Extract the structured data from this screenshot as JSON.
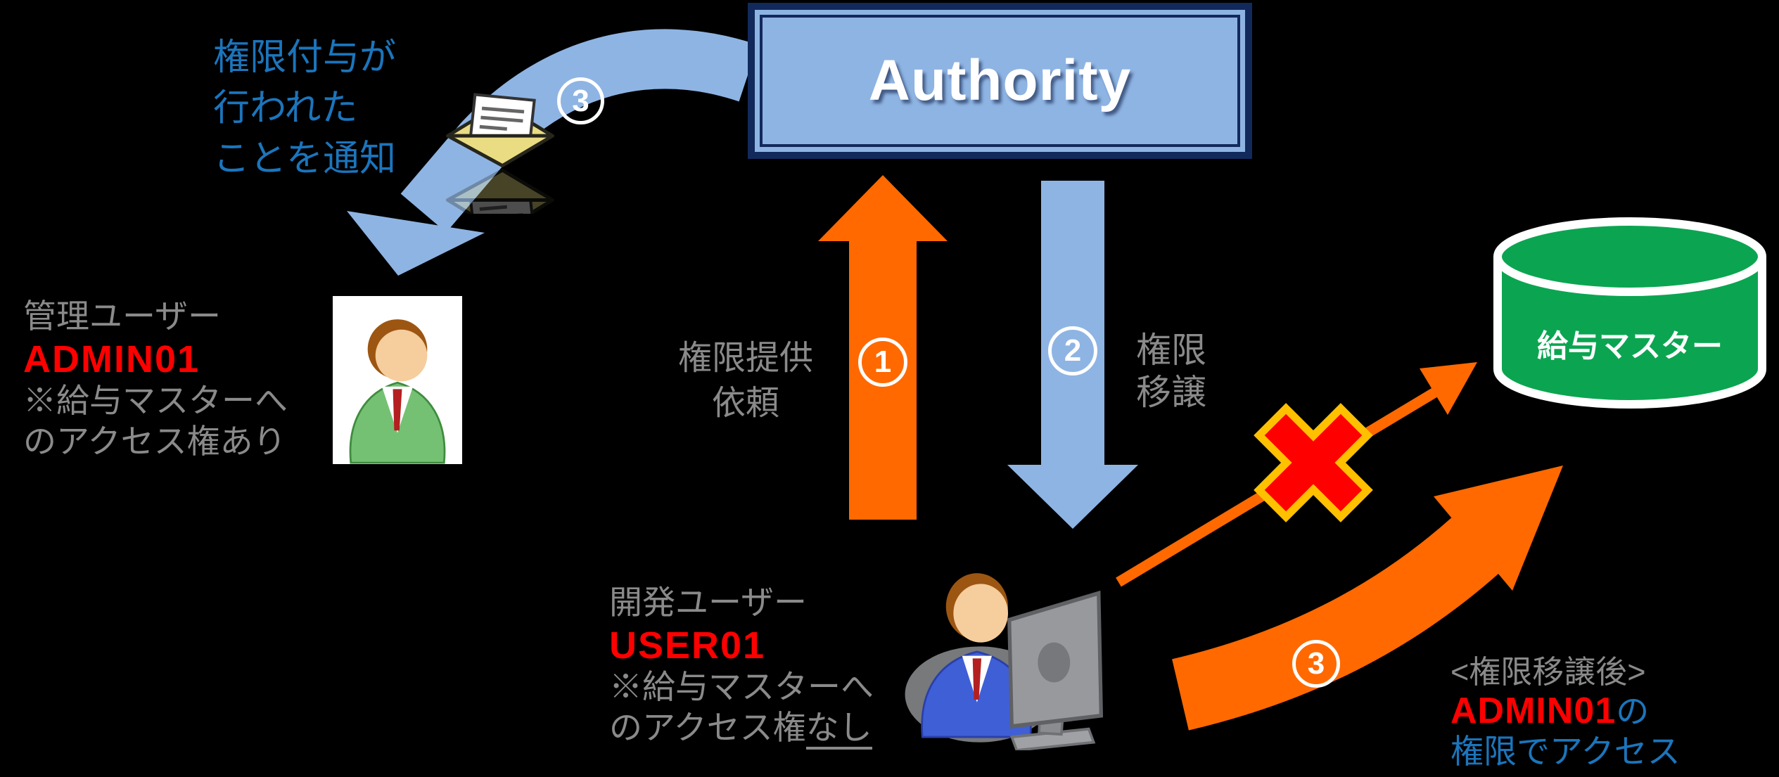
{
  "colors": {
    "background": "#000000",
    "accent_orange": "#FF6900",
    "accent_light_blue": "#8EB4E3",
    "navy_border": "#12295B",
    "text_gray": "#8A8A8A",
    "text_blue": "#1B75BC",
    "text_red": "#FF0000",
    "db_green": "#0BA551",
    "x_red": "#FF0000",
    "x_gold": "#FFC000"
  },
  "authority_box": {
    "label": "Authority"
  },
  "steps": {
    "request": {
      "number": "1",
      "label": "権限提供\n依頼"
    },
    "delegate": {
      "number": "2",
      "label": "権限\n移譲"
    },
    "notify": {
      "number": "3",
      "label": "権限付与が\n行われた\nことを通知"
    },
    "access": {
      "number": "3"
    }
  },
  "admin_user": {
    "role": "管理ユーザー",
    "id": "ADMIN01",
    "note": "※給与マスターへ\nのアクセス権あり"
  },
  "dev_user": {
    "role": "開発ユーザー",
    "id": "USER01",
    "note": "※給与マスターへ\nのアクセス権",
    "note_underlined": "なし"
  },
  "database": {
    "label": "給与マスター"
  },
  "after_transfer": {
    "heading": "<権限移譲後>",
    "user": "ADMIN01",
    "particle": "の",
    "tail": "権限でアクセス"
  },
  "icons": {
    "admin_user": "businessman-icon",
    "dev_user": "user-at-computer-icon",
    "notification": "email-envelope-icon",
    "database": "database-cylinder-icon",
    "blocked": "red-x-icon"
  }
}
